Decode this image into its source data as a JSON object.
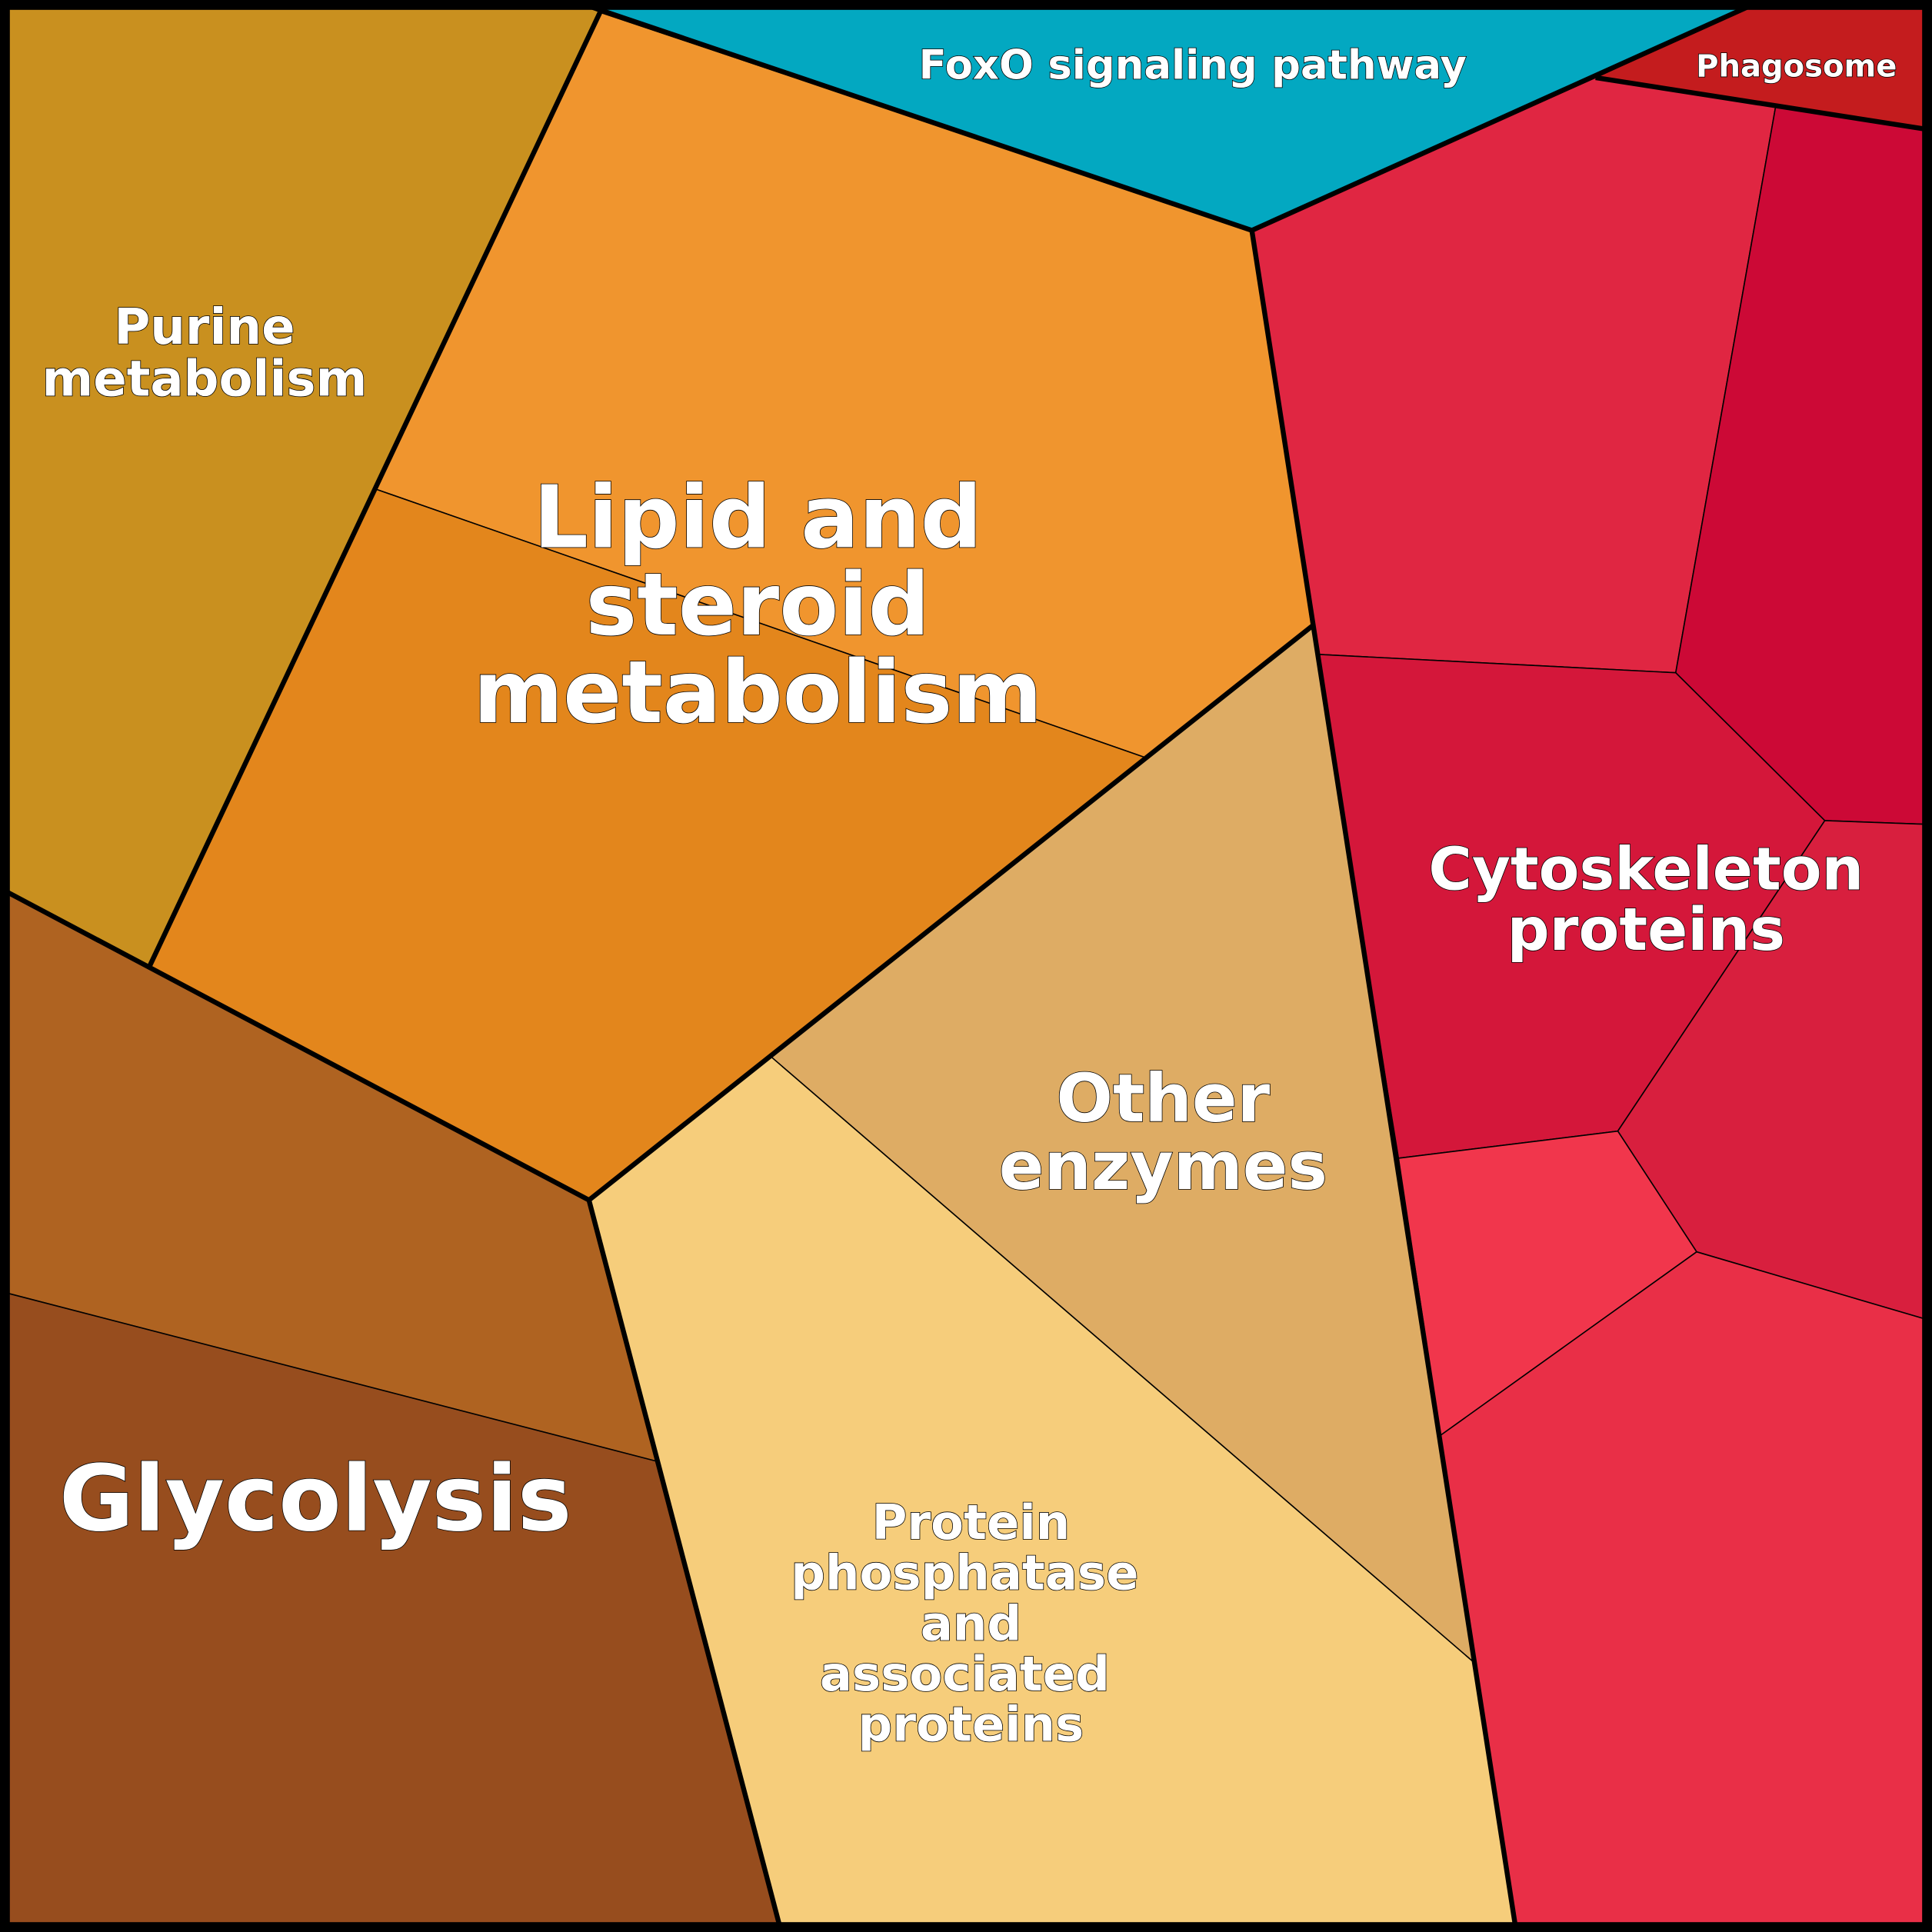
{
  "labels": {
    "purine": [
      "Purine",
      "metabolism"
    ],
    "lipid": [
      "Lipid and",
      "steroid",
      "metabolism"
    ],
    "foxo": "FoxO signaling pathway",
    "phagosome": "Phagosome",
    "cytoskeleton": [
      "Cytoskeleton",
      "proteins"
    ],
    "other": [
      "Other",
      "enzymes"
    ],
    "phosphatase": [
      "Protein",
      "phosphatase",
      "and",
      "associated",
      "proteins"
    ],
    "glycolysis": "Glycolysis"
  },
  "colors": {
    "purine": "#C9901F",
    "lipid_a": "#F0952E",
    "lipid_b": "#E3861C",
    "foxo": "#03A8C1",
    "phagosome": "#C41C1E",
    "cyto_a": "#E02642",
    "cyto_b": "#CC0936",
    "cyto_c": "#D4173A",
    "cyto_d": "#D81F3E",
    "cyto_e": "#F1364C",
    "cyto_f": "#E92F47",
    "other": "#DEAC64",
    "phosphatase": "#F6CD7B",
    "glyco_a": "#AF6321",
    "glyco_b": "#974D1E"
  }
}
